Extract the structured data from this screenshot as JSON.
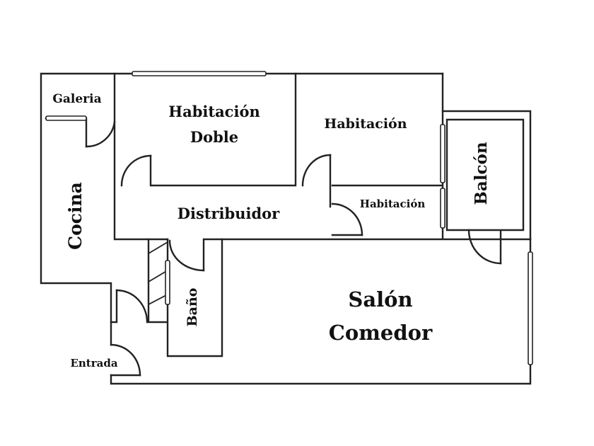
{
  "rooms": {
    "galeria": "Galeria",
    "habitacion_doble_1": "Habitación",
    "habitacion_doble_2": "Doble",
    "habitacion": "Habitación",
    "habitacion_small": "Habitación",
    "distribuidor": "Distribuidor",
    "cocina": "Cocina",
    "balcon": "Balcón",
    "bano": "Baño",
    "salon_1": "Salón",
    "salon_2": "Comedor",
    "entrada": "Entrada"
  },
  "colors": {
    "line": "#222222",
    "background": "#ffffff"
  }
}
